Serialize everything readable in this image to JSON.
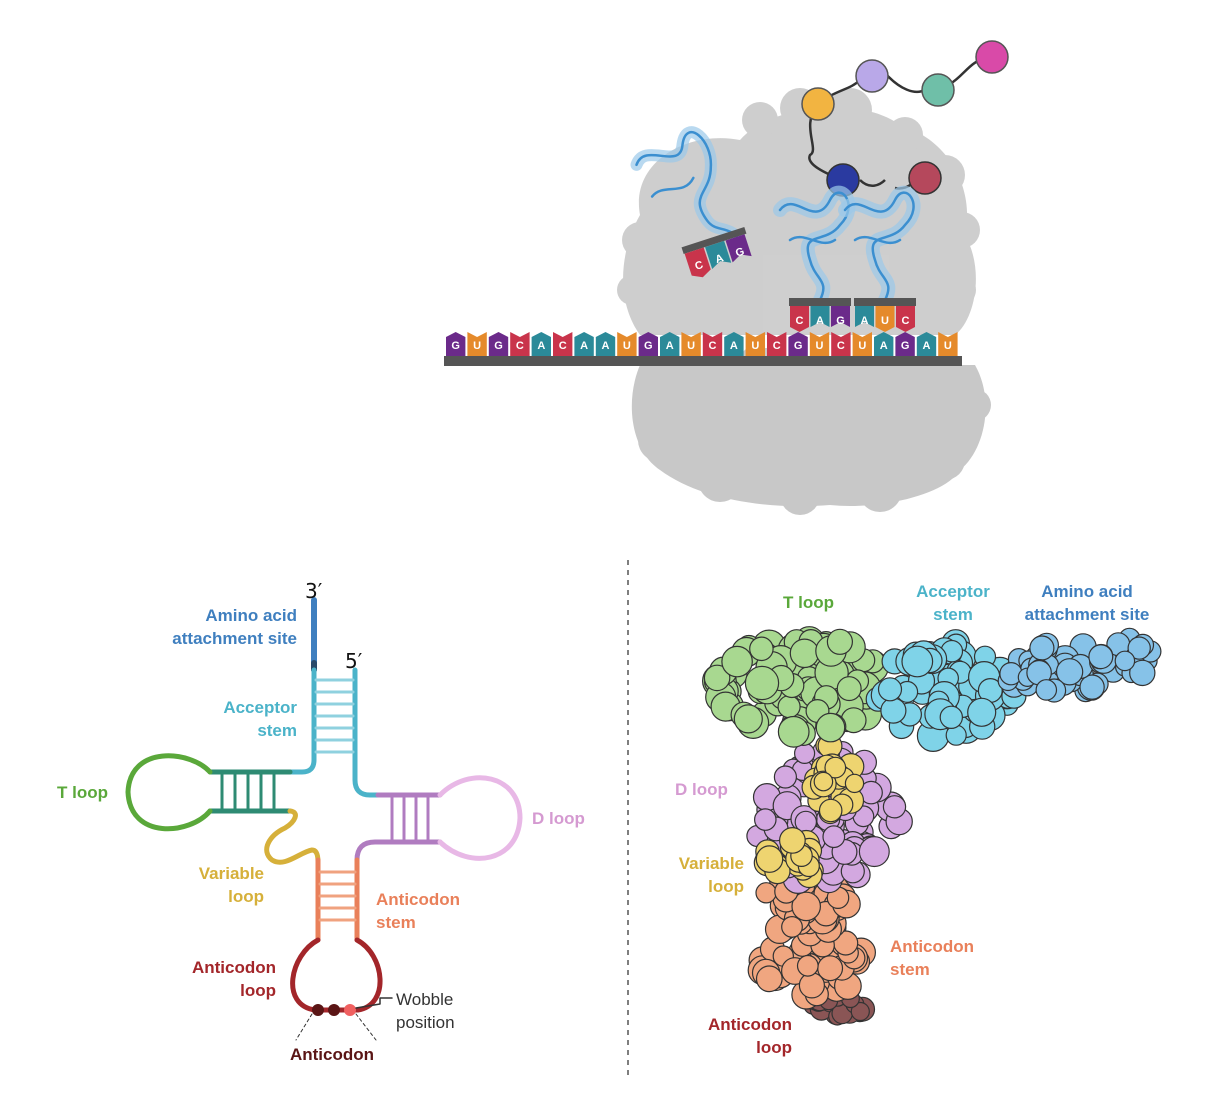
{
  "colors": {
    "amino": "#3f7fbf",
    "acceptor": "#4bb3c9",
    "t_loop": "#5aa83a",
    "t_stem": "#2e8b73",
    "d_loop": "#d59ad1",
    "d_stem": "#b07cc0",
    "variable": "#d6b03a",
    "ac_stem": "#e9805a",
    "ac_loop": "#a3262a",
    "ribosome": "#c9c9c9",
    "trna_ribbon": "#4a9fd8",
    "base_G": "#6b2a8a",
    "base_U": "#e58a2b",
    "base_C": "#c9344b",
    "base_A": "#2b8a99"
  },
  "ribosome_scene": {
    "mrna": [
      "G",
      "U",
      "G",
      "C",
      "A",
      "C",
      "A",
      "A",
      "U",
      "G",
      "A",
      "U",
      "C",
      "A",
      "U",
      "C",
      "G",
      "U",
      "C",
      "U",
      "A",
      "G",
      "A",
      "U"
    ],
    "anticodon_exiting": [
      "C",
      "A",
      "G"
    ],
    "anticodon_p_site": [
      "C",
      "A",
      "G"
    ],
    "anticodon_a_site": [
      "A",
      "U",
      "C"
    ],
    "peptide_bead_colors": [
      "#f2b441",
      "#b9a8e8",
      "#6fbfa8",
      "#d94aa8"
    ],
    "p_site_bead_color": "#2a3aa0",
    "a_site_bead_color": "#b5485c"
  },
  "cloverleaf": {
    "three_prime": "3′",
    "five_prime": "5′",
    "amino_acid_site": [
      "Amino acid",
      "attachment site"
    ],
    "acceptor_stem": [
      "Acceptor",
      "stem"
    ],
    "t_loop": "T loop",
    "d_loop": "D loop",
    "variable_loop": [
      "Variable",
      "loop"
    ],
    "anticodon_stem": [
      "Anticodon",
      "stem"
    ],
    "anticodon_loop": [
      "Anticodon",
      "loop"
    ],
    "wobble": [
      "Wobble",
      "position"
    ],
    "anticodon": "Anticodon"
  },
  "structure_3d": {
    "t_loop": "T loop",
    "acceptor_stem": [
      "Acceptor",
      "stem"
    ],
    "amino_acid_site": [
      "Amino acid",
      "attachment site"
    ],
    "d_loop": "D loop",
    "variable_loop": [
      "Variable",
      "loop"
    ],
    "anticodon_stem": [
      "Anticodon",
      "stem"
    ],
    "anticodon_loop": [
      "Anticodon",
      "loop"
    ]
  }
}
